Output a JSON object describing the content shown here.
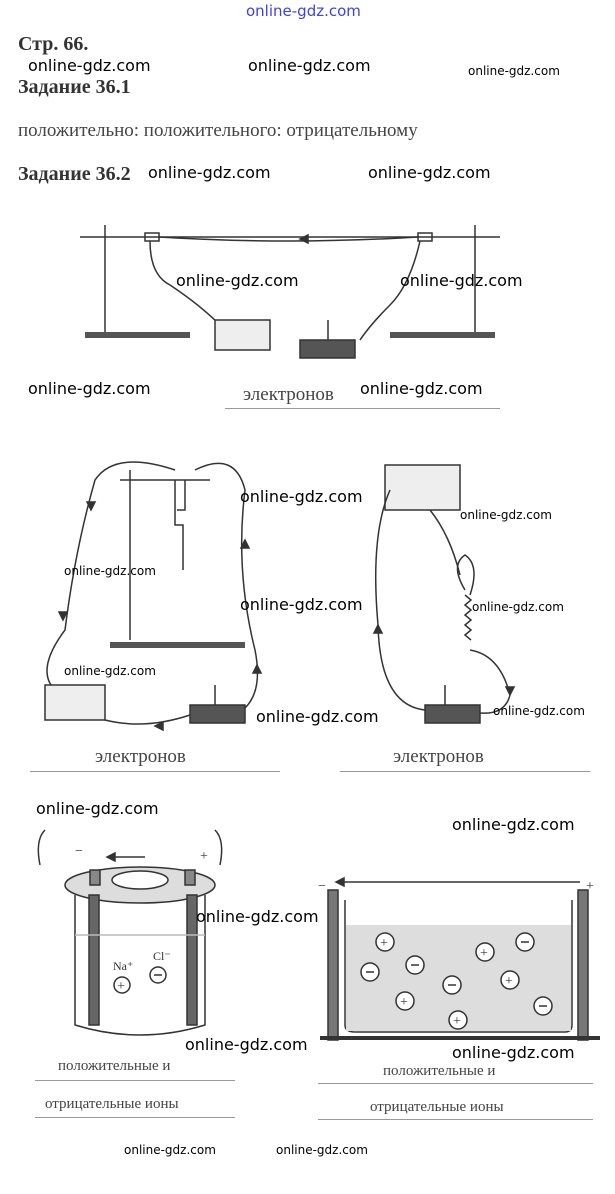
{
  "watermark_top": "online-gdz.com",
  "page_label": "Стр. 66.",
  "task1": {
    "title": "Задание 36.1",
    "answer": "положительно: положительного: отрицательному"
  },
  "task2": {
    "title": "Задание 36.2",
    "fig1_caption": "электронов",
    "fig2_caption": "электронов",
    "fig3_caption": "электронов",
    "fig4_caption_line1": "положительные и",
    "fig4_caption_line2": "отрицательные ионы",
    "fig5_caption_line1": "положительные и",
    "fig5_caption_line2": "отрицательные ионы",
    "fig4_labels": {
      "na": "Na⁺",
      "cl": "Cl⁻",
      "minus": "−",
      "plus": "+"
    },
    "fig5_labels": {
      "minus": "−",
      "plus": "+"
    }
  },
  "watermark": "online-gdz.com"
}
